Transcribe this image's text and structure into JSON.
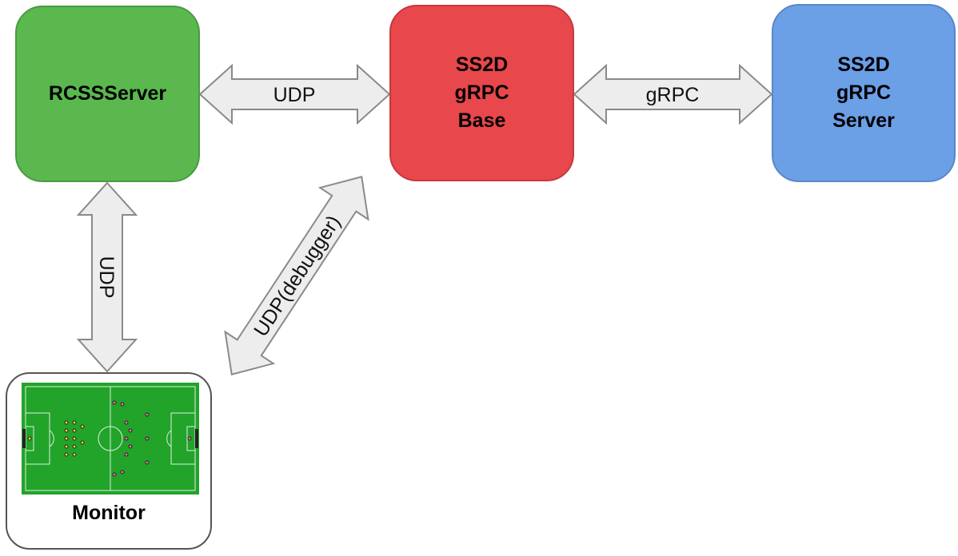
{
  "nodes": {
    "rcssserver": {
      "label": "RCSSServer",
      "color": "#5ab84f"
    },
    "grpc_base": {
      "label": "SS2D\ngRPC\nBase",
      "color": "#e8474b"
    },
    "grpc_server": {
      "label": "SS2D\ngRPC\nServer",
      "color": "#6b9fe6"
    },
    "monitor": {
      "label": "Monitor"
    }
  },
  "edges": {
    "rcss_to_base": {
      "label": "UDP",
      "direction": "bidirectional"
    },
    "base_to_server": {
      "label": "gRPC",
      "direction": "bidirectional"
    },
    "rcss_to_monitor": {
      "label": "UDP",
      "direction": "bidirectional"
    },
    "base_to_monitor": {
      "label": "UDP(debugger)",
      "direction": "bidirectional"
    }
  },
  "colors": {
    "arrow_fill": "#ededed",
    "arrow_stroke": "#8a8a8a",
    "field_green": "#22a32a"
  }
}
